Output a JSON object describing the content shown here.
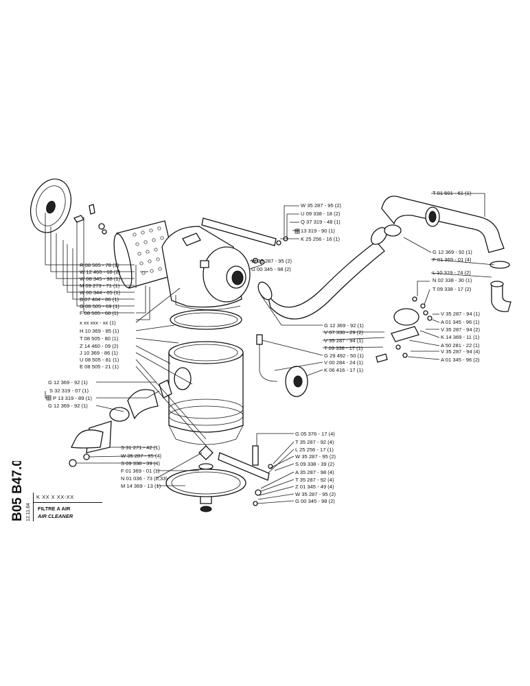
{
  "sheet": {
    "code": "B05 B47.0",
    "date": "12.11.84",
    "reference": "K XX  X XX-XX",
    "title_fr": "FILTRE A AIR",
    "title_en": "AIR CLEANER"
  },
  "labels": {
    "l_t01501": "T 01  501 - 61 (1)",
    "l_w35287_top": "W 35 287 - 95 (2)",
    "l_u09338": "U 09  338 - 18 (2)",
    "l_q37319": "Q 37  319 - 48 (1)",
    "l_13319_90": "13  319 - 90 (1)",
    "l_k25256": "K 25  256 - 16 (1)",
    "l_w35287_mid": "W 35  287 - 95 (2)",
    "l_g00345_mid": "G 00  345 - 98 (2)",
    "l_g12369_r": "G 12  369 - 92 (1)",
    "l_f01369_r": "F 01  369 - 01 (4)",
    "l_l10319": "L 10  319 - 74 (2)",
    "l_n02338": "N 02  338 - 30 (1)",
    "l_t09338_r": "T 09  338 - 17 (2)",
    "l_v35287_r1": "V 35  287 - 94 (1)",
    "l_a01345_r1": "A 01  345 - 96 (1)",
    "l_v35287_r2": "V 35  287 - 94 (2)",
    "l_k14369": "K 14  369 - 11 (1)",
    "l_a50281": "A 50  281 - 22 (1)",
    "l_v35287_r3": "V 35  287 - 94 (4)",
    "l_a01345_r2": "A 01  345 - 96 (2)",
    "l_r08505": "R 08  505 - 78 (1)",
    "l_w12460": "W 12  460 - 68 (2)",
    "l_w08345": "W 08  345 - 98 (1)",
    "l_m09273": "M 09  273 - 71 (1)",
    "l_w00344": "W 00  344 - 05 (1)",
    "l_b07404": "B 07  404 - 86 (1)",
    "l_g08505": "G 08  505 - 69 (1)",
    "l_f08505": "F 08  505 - 68 (1)",
    "l_xxx": "x xx  xxx - xx (1)",
    "l_h10369": "H 10  369 - 85 (1)",
    "l_t08505": "T 08  505 - 80 (1)",
    "l_z14460": "Z 14  460 - 09 (2)",
    "l_j10369": "J 10  369 - 86 (1)",
    "l_u08505": "U 08  505 - 81 (1)",
    "l_e08505": "E 08  505 - 21 (1)",
    "l_g12369_c": "G 12  369 - 92 (1)",
    "l_v07330": "V 07  330 - 29 (2)",
    "l_v35287_c": "V 35  287 - 94 (1)",
    "l_t09338_c": "T 09  338 - 17 (1)",
    "l_g29492": "G 29  492 - 50 (1)",
    "l_v00284": "V 00  284 - 24 (1)",
    "l_k06416": "K 06  416 - 17 (1)",
    "l_g12369_l1": "G 12  369 - 92 (1)",
    "l_s32319": "S 32  319 - 07 (1)",
    "l_p13319": "P 13  319 - 89 (1)",
    "l_g12369_l2": "G 12  369 - 92 (1)",
    "l_s31271": "S 31  271 - 42 (1)",
    "l_w35287_bl": "W 35  287 - 95 (4)",
    "l_s09338_bl": "S 09  338 - 39 (4)",
    "l_f01369_bl": "F 01  369 - 01 (1)",
    "l_n01036": "N 01  036 - 73 (0,33)",
    "l_m14369": "M 14  369 - 13 (1)",
    "l_g05376": "G 05  376 - 17 (4)",
    "l_t35287_b1": "T 35  287 - 92 (4)",
    "l_l25256": "L 25  256 - 17 (1)",
    "l_w35287_b1": "W 35  287 - 95 (2)",
    "l_s09338_b": "S 09  338 - 39 (2)",
    "l_a35287": "A 35  287 - 98 (4)",
    "l_t35287_b2": "T 35  287 - 92 (4)",
    "l_z01345": "Z 01  345 - 49 (4)",
    "l_w35287_b2": "W 35  287 - 95 (2)",
    "l_g00345_b": "G 00  345 - 98 (2)"
  }
}
